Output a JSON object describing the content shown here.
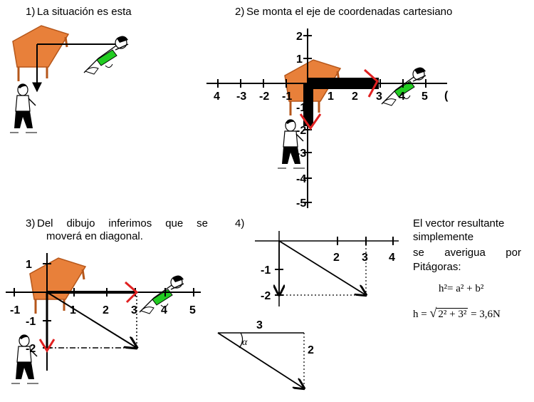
{
  "panel1": {
    "number": "1)",
    "title": "La situación es esta"
  },
  "panel2": {
    "number": "2)",
    "title": "Se monta el eje de coordenadas cartesiano",
    "x_ticks": [
      "4",
      "-3",
      "-2",
      "-1",
      "1",
      "2",
      "3",
      "4",
      "5"
    ],
    "y_ticks": [
      "2",
      "1",
      "-1",
      "-2",
      "-3",
      "-4",
      "-5"
    ]
  },
  "panel3": {
    "number": "3)",
    "title_line1": "Del dibujo inferimos que se",
    "title_line2": "moverá en diagonal.",
    "x_ticks": [
      "-1",
      "1",
      "2",
      "3",
      "4",
      "5"
    ],
    "y_ticks": [
      "1",
      "-1",
      "-2"
    ]
  },
  "panel4": {
    "number": "4)",
    "x_ticks": [
      "2",
      "3",
      "4"
    ],
    "y_ticks": [
      "-1",
      "-2"
    ],
    "triangle_top": "3",
    "triangle_side": "2",
    "angle": "α"
  },
  "explanation": {
    "line1": "El vector resultante",
    "line2": "simplemente",
    "line3a": "se",
    "line3b": "averigua",
    "line3c": "por",
    "line4": "Pitágoras:",
    "formula1": "h²= a² + b²",
    "formula2_left": "h =",
    "formula2_radicand": "2² +  3²",
    "formula2_right": "= 3,6N"
  },
  "colors": {
    "table": "#e8803a",
    "table_dark": "#b5561a",
    "red_check": "#e02020",
    "shirt": "#22cc22"
  }
}
